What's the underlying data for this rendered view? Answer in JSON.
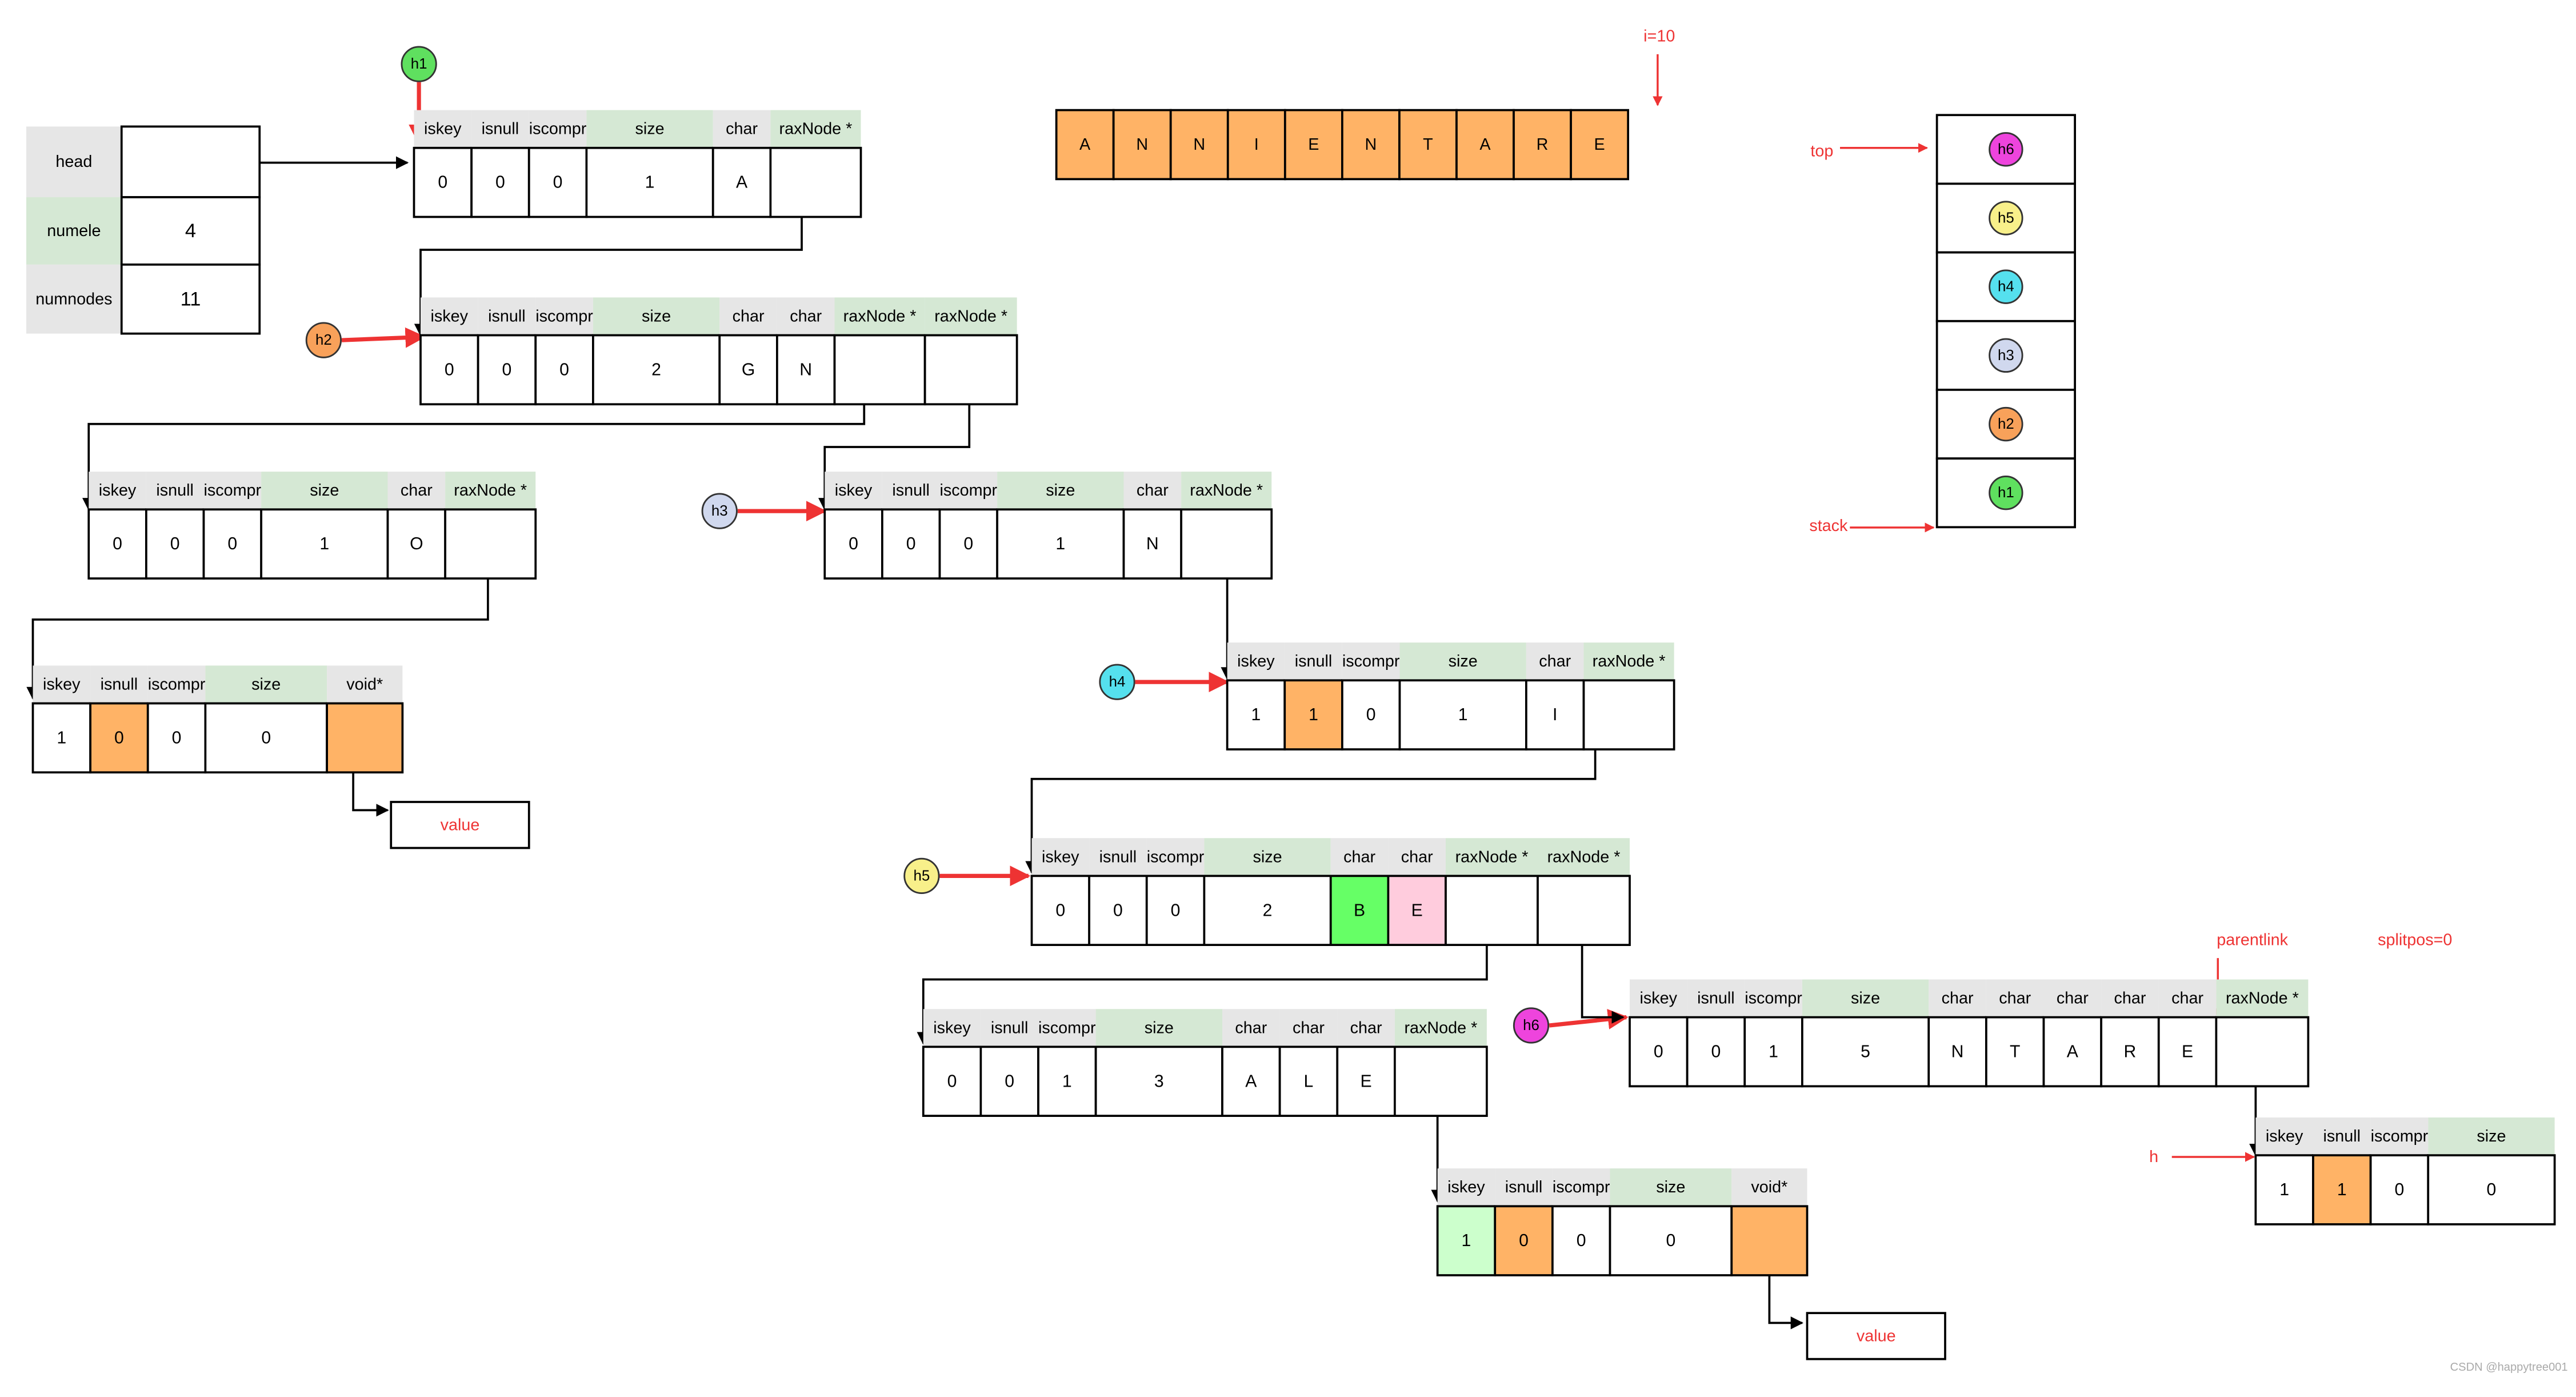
{
  "rax_header": {
    "fields": [
      {
        "label": "head",
        "value": ""
      },
      {
        "label": "numele",
        "value": "4"
      },
      {
        "label": "numnodes",
        "value": "11"
      }
    ]
  },
  "nodes": [
    {
      "id": "n1",
      "cells": [
        {
          "h": "iskey",
          "v": "0"
        },
        {
          "h": "isnull",
          "v": "0"
        },
        {
          "h": "iscompr",
          "v": "0"
        },
        {
          "h": "size",
          "v": "1"
        },
        {
          "h": "char",
          "v": "A"
        },
        {
          "h": "raxNode *",
          "v": ""
        }
      ]
    },
    {
      "id": "n2",
      "cells": [
        {
          "h": "iskey",
          "v": "0"
        },
        {
          "h": "isnull",
          "v": "0"
        },
        {
          "h": "iscompr",
          "v": "0"
        },
        {
          "h": "size",
          "v": "2"
        },
        {
          "h": "char",
          "v": "G"
        },
        {
          "h": "char",
          "v": "N"
        },
        {
          "h": "raxNode *",
          "v": ""
        },
        {
          "h": "raxNode *",
          "v": ""
        }
      ]
    },
    {
      "id": "n3",
      "cells": [
        {
          "h": "iskey",
          "v": "0"
        },
        {
          "h": "isnull",
          "v": "0"
        },
        {
          "h": "iscompr",
          "v": "0"
        },
        {
          "h": "size",
          "v": "1"
        },
        {
          "h": "char",
          "v": "O"
        },
        {
          "h": "raxNode *",
          "v": ""
        }
      ]
    },
    {
      "id": "n4",
      "cells": [
        {
          "h": "iskey",
          "v": "1"
        },
        {
          "h": "isnull",
          "v": "0"
        },
        {
          "h": "iscompr",
          "v": "0"
        },
        {
          "h": "size",
          "v": "0"
        },
        {
          "h": "void*",
          "v": ""
        }
      ]
    },
    {
      "id": "n5",
      "cells": [
        {
          "h": "iskey",
          "v": "0"
        },
        {
          "h": "isnull",
          "v": "0"
        },
        {
          "h": "iscompr",
          "v": "0"
        },
        {
          "h": "size",
          "v": "1"
        },
        {
          "h": "char",
          "v": "N"
        },
        {
          "h": "raxNode *",
          "v": ""
        }
      ]
    },
    {
      "id": "n6",
      "cells": [
        {
          "h": "iskey",
          "v": "1"
        },
        {
          "h": "isnull",
          "v": "1"
        },
        {
          "h": "iscompr",
          "v": "0"
        },
        {
          "h": "size",
          "v": "1"
        },
        {
          "h": "char",
          "v": "I"
        },
        {
          "h": "raxNode *",
          "v": ""
        }
      ]
    },
    {
      "id": "n7",
      "cells": [
        {
          "h": "iskey",
          "v": "0"
        },
        {
          "h": "isnull",
          "v": "0"
        },
        {
          "h": "iscompr",
          "v": "0"
        },
        {
          "h": "size",
          "v": "2"
        },
        {
          "h": "char",
          "v": "B"
        },
        {
          "h": "char",
          "v": "E"
        },
        {
          "h": "raxNode *",
          "v": ""
        },
        {
          "h": "raxNode *",
          "v": ""
        }
      ]
    },
    {
      "id": "n8",
      "cells": [
        {
          "h": "iskey",
          "v": "0"
        },
        {
          "h": "isnull",
          "v": "0"
        },
        {
          "h": "iscompr",
          "v": "1"
        },
        {
          "h": "size",
          "v": "3"
        },
        {
          "h": "char",
          "v": "A"
        },
        {
          "h": "char",
          "v": "L"
        },
        {
          "h": "char",
          "v": "E"
        },
        {
          "h": "raxNode *",
          "v": ""
        }
      ]
    },
    {
      "id": "n9",
      "cells": [
        {
          "h": "iskey",
          "v": "0"
        },
        {
          "h": "isnull",
          "v": "0"
        },
        {
          "h": "iscompr",
          "v": "1"
        },
        {
          "h": "size",
          "v": "5"
        },
        {
          "h": "char",
          "v": "N"
        },
        {
          "h": "char",
          "v": "T"
        },
        {
          "h": "char",
          "v": "A"
        },
        {
          "h": "char",
          "v": "R"
        },
        {
          "h": "char",
          "v": "E"
        },
        {
          "h": "raxNode *",
          "v": ""
        }
      ]
    },
    {
      "id": "n10",
      "cells": [
        {
          "h": "iskey",
          "v": "1"
        },
        {
          "h": "isnull",
          "v": "0"
        },
        {
          "h": "iscompr",
          "v": "0"
        },
        {
          "h": "size",
          "v": "0"
        },
        {
          "h": "void*",
          "v": ""
        }
      ]
    },
    {
      "id": "n11",
      "cells": [
        {
          "h": "iskey",
          "v": "1"
        },
        {
          "h": "isnull",
          "v": "1"
        },
        {
          "h": "iscompr",
          "v": "0"
        },
        {
          "h": "size",
          "v": "0"
        }
      ]
    }
  ],
  "values": {
    "text": "value"
  },
  "input_string": {
    "chars": [
      "A",
      "N",
      "N",
      "I",
      "E",
      "N",
      "T",
      "A",
      "R",
      "E"
    ],
    "index_label": "i=10"
  },
  "stack": {
    "items": [
      "h6",
      "h5",
      "h4",
      "h3",
      "h2",
      "h1"
    ],
    "top_label": "top",
    "stack_label": "stack"
  },
  "pointers": [
    {
      "id": "h1",
      "label": "h1",
      "color": "#5fe05f"
    },
    {
      "id": "h2",
      "label": "h2",
      "color": "#f8a15a"
    },
    {
      "id": "h3",
      "label": "h3",
      "color": "#d0d8ee"
    },
    {
      "id": "h4",
      "label": "h4",
      "color": "#55e0ee"
    },
    {
      "id": "h5",
      "label": "h5",
      "color": "#f8f08a"
    },
    {
      "id": "h6",
      "label": "h6",
      "color": "#ee44dd"
    }
  ],
  "annotations": {
    "parentlink": "parentlink",
    "splitpos": "splitpos=0",
    "h": "h"
  },
  "watermark": "CSDN @happytree001",
  "colors": {
    "header_green": "#d5e8d4",
    "header_gray": "#e6e6e6",
    "orange": "#ffb366",
    "green": "#66ff66",
    "light_green": "#ccffcc",
    "pink": "#ffccdd",
    "red": "#ee3333"
  }
}
